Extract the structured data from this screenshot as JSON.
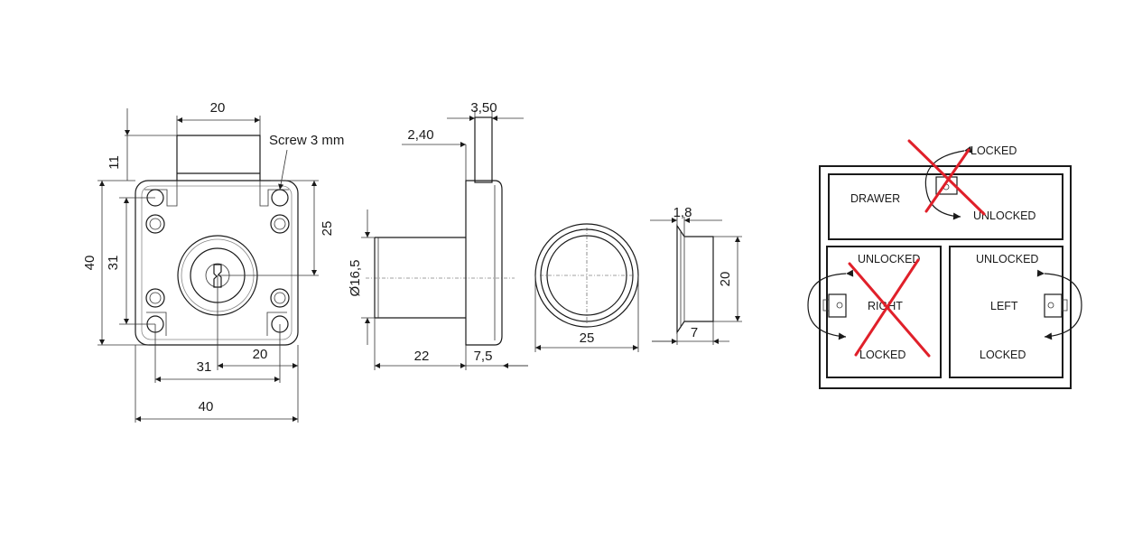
{
  "front_view": {
    "dim_top_width": "20",
    "dim_top_height": "11",
    "screw_note": "Screw 3 mm",
    "dim_total_height": "40",
    "dim_hole_height": "31",
    "dim_center_height": "25",
    "dim_hole_width": "31",
    "dim_center_width": "20",
    "dim_total_width": "40"
  },
  "side_view": {
    "dim_offset": "2,40",
    "dim_bolt": "3,50",
    "dim_diameter": "Ø16,5",
    "dim_cylinder_length": "22",
    "dim_flange": "7,5"
  },
  "ring_view": {
    "dim_diameter": "25"
  },
  "edge_view": {
    "dim_thickness": "1,8",
    "dim_height": "20",
    "dim_depth": "7"
  },
  "mounting_diagram": {
    "drawer_label": "DRAWER",
    "drawer_locked": "LOCKED",
    "drawer_unlocked": "UNLOCKED",
    "right_unlocked": "UNLOCKED",
    "right_label": "RIGHT",
    "right_locked": "LOCKED",
    "left_unlocked": "UNLOCKED",
    "left_label": "LEFT",
    "left_locked": "LOCKED",
    "cross_color": "#e0202a"
  }
}
